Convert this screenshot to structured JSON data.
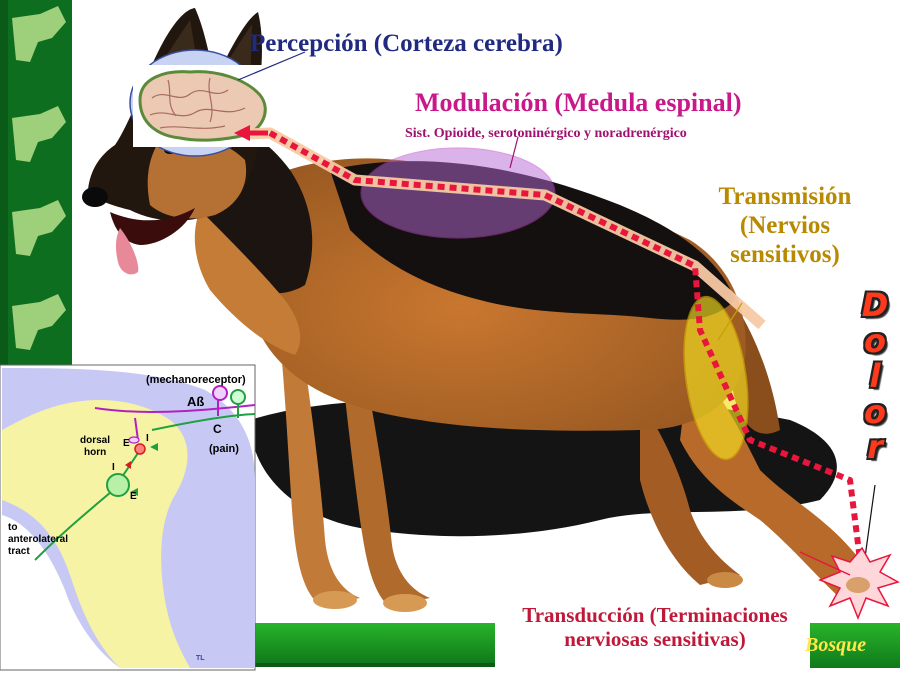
{
  "labels": {
    "percepcion": "Percepción (Corteza cerebra)",
    "modulacion": "Modulación (Medula espinal)",
    "modulacion_sub": "Sist. Opioide, serotoninérgico y noradrenérgico",
    "transmision_lines": [
      "Transmisión",
      "(Nervios",
      "sensitivos)"
    ],
    "transduccion_lines": [
      "Transducción (Terminaciones",
      "nerviosas sensitivas)"
    ],
    "dolor_letters": [
      "D",
      "o",
      "l",
      "o",
      "r"
    ],
    "bosque": "Bosque"
  },
  "inset": {
    "mechanoreceptor": "(mechanoreceptor)",
    "a_beta": "Aß",
    "c_fiber": "C",
    "pain": "(pain)",
    "dorsal": "dorsal",
    "horn": "horn",
    "to": "to",
    "anterolateral": "anterolateral",
    "tract": "tract",
    "e_top": "E",
    "i_top": "I",
    "i_mid": "I",
    "e_bottom": "E",
    "tl": "TL"
  },
  "colors": {
    "pathway_dash": "#e8163c",
    "pathway_band": "#f6c9a8",
    "left_bar_green": "#0f7a22",
    "grass_green": "#1aa020",
    "brain_ellipse": "#b7c4ec",
    "spine_ellipse": "#b46ad6",
    "nerve_ellipse": "#f4e020"
  }
}
